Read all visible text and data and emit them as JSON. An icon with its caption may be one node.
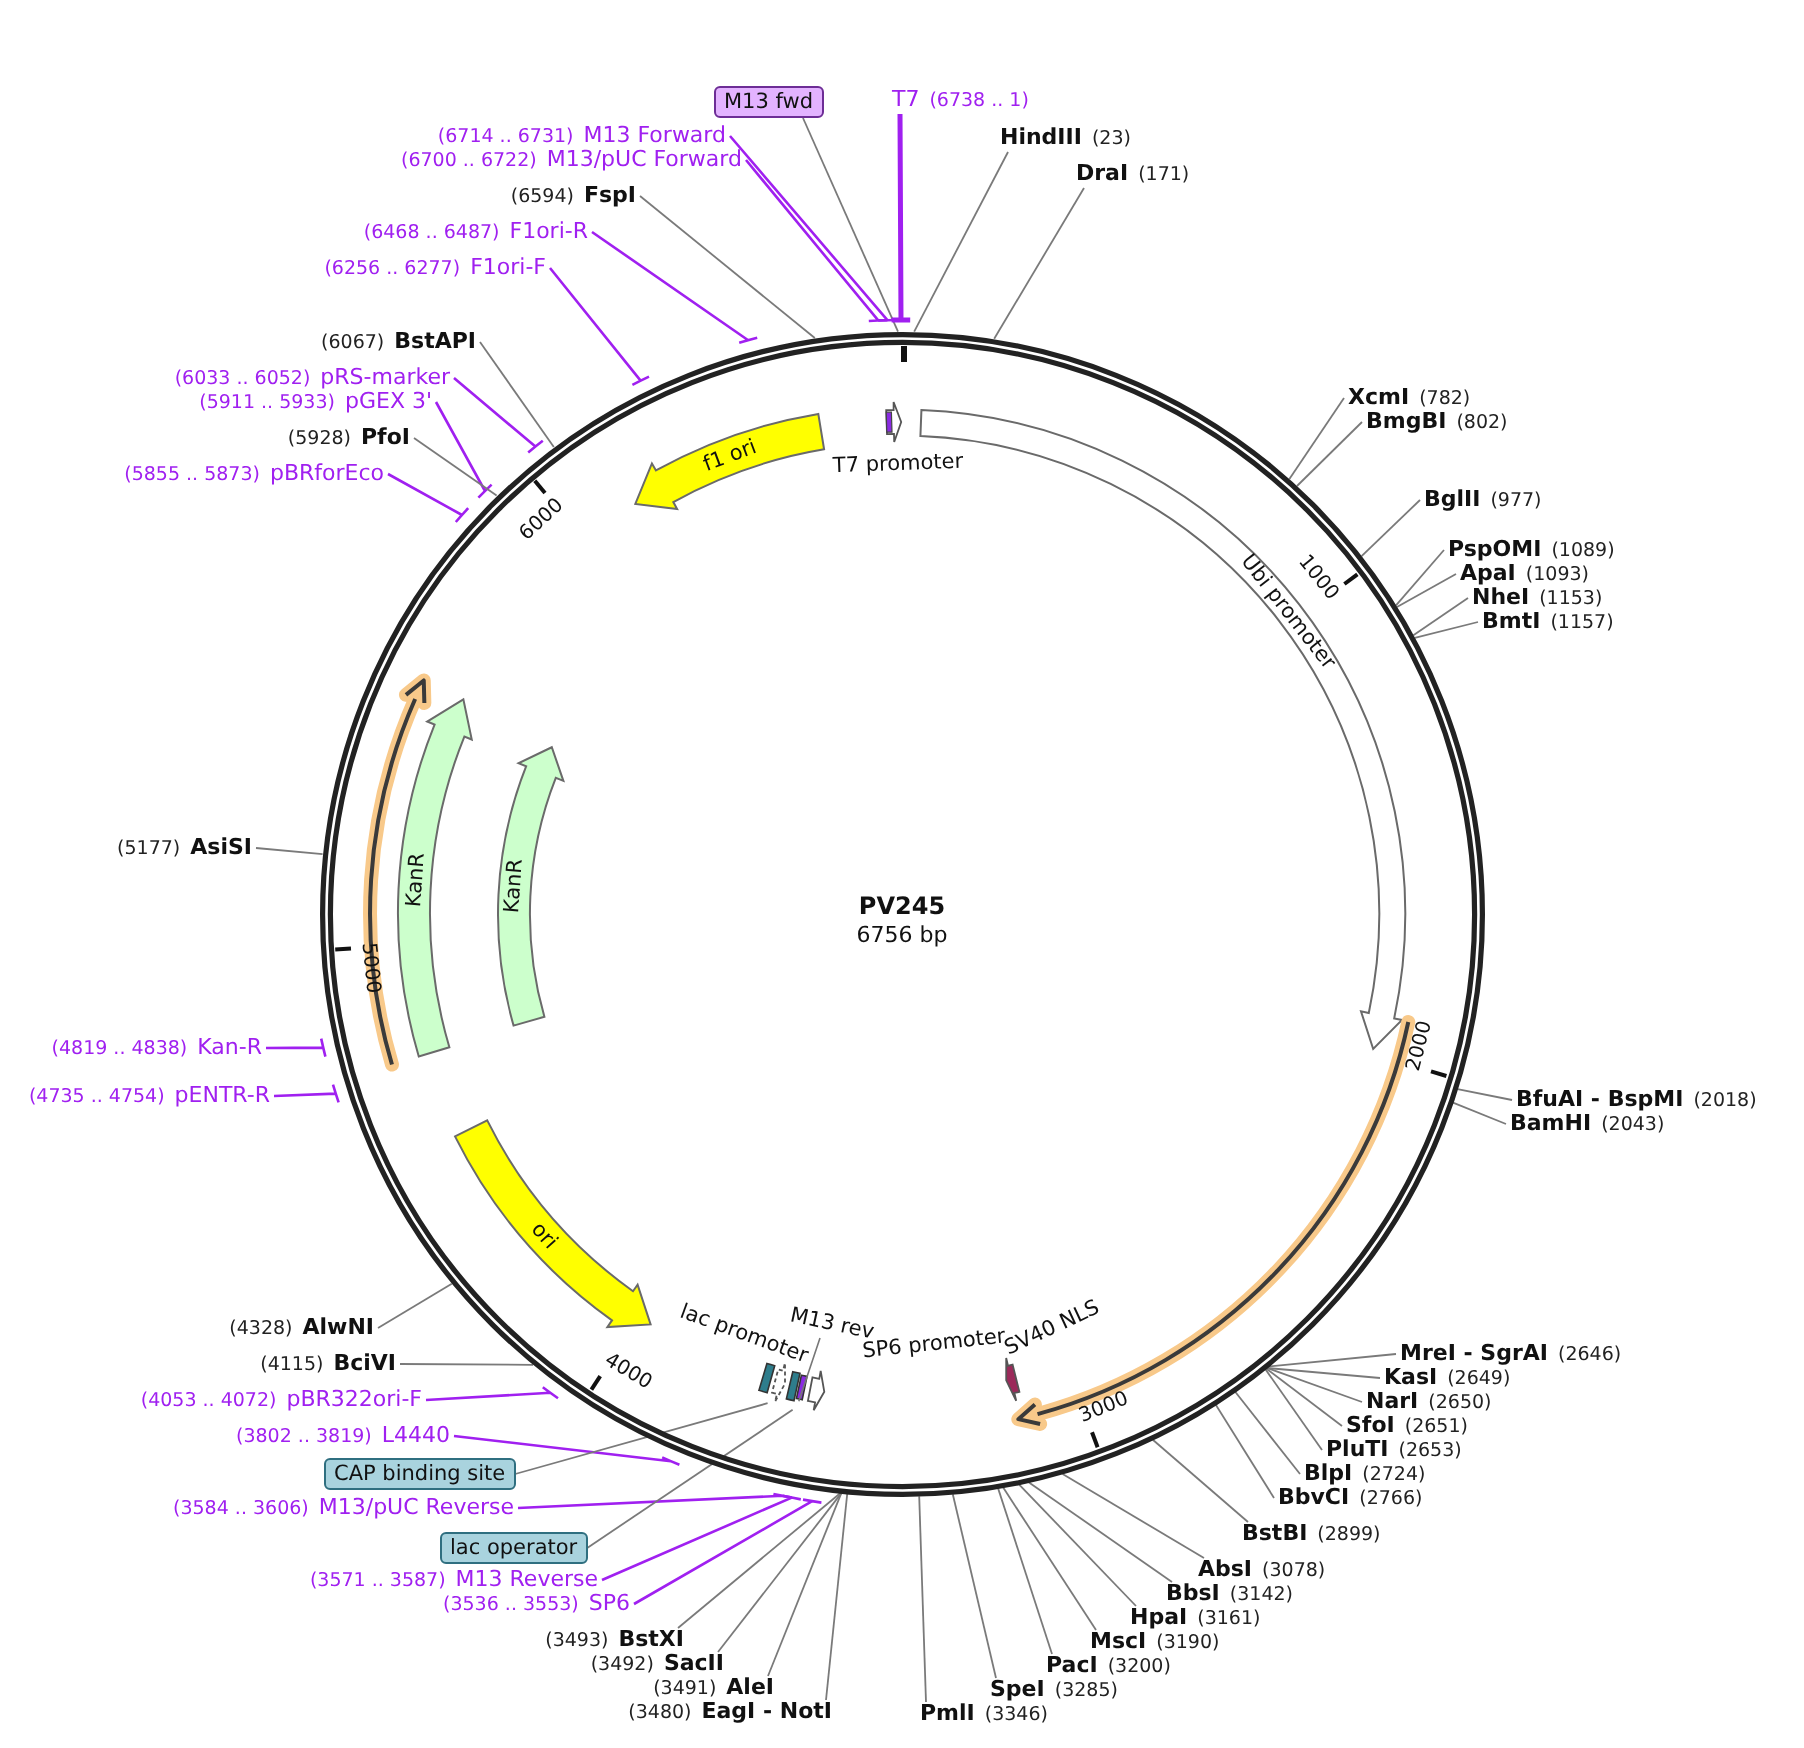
{
  "diagram": {
    "title": "PV245",
    "nodes": [
      {
        "text": [
          "M13 fwd"
        ]
      },
      {
        "text": [
          "T7",
          "(6738 .. 1)"
        ]
      },
      {
        "text": [
          "HindIII",
          "(23)"
        ]
      },
      {
        "text": [
          "DraI",
          "(171)"
        ]
      },
      {
        "text": [
          "(6714 .. 6731)",
          "M13 Forward"
        ]
      },
      {
        "text": [
          "(6700 .. 6722)",
          "M13/pUC Forward"
        ]
      },
      {
        "text": [
          "(6594)",
          "FspI"
        ]
      },
      {
        "text": [
          "(6468 .. 6487)",
          "F1ori-R"
        ]
      },
      {
        "text": [
          "(6256 .. 6277)",
          "F1ori-F"
        ]
      },
      {
        "text": [
          "(6067)",
          "BstAPI"
        ]
      },
      {
        "text": [
          "(6033 .. 6052)",
          "pRS-marker"
        ]
      },
      {
        "text": [
          "(5911 .. 5933)",
          "pGEX 3'"
        ]
      },
      {
        "text": [
          "(5928)",
          "PfoI"
        ]
      },
      {
        "text": [
          "(5855 .. 5873)",
          "pBRforEco"
        ]
      },
      {
        "text": [
          "XcmI",
          "(782)"
        ]
      },
      {
        "text": [
          "BmgBI",
          "(802)"
        ]
      },
      {
        "text": [
          "BglII",
          "(977)"
        ]
      },
      {
        "text": [
          "PspOMI",
          "(1089)"
        ]
      },
      {
        "text": [
          "ApaI",
          "(1093)"
        ]
      },
      {
        "text": [
          "NheI",
          "(1153)"
        ]
      },
      {
        "text": [
          "BmtI",
          "(1157)"
        ]
      },
      {
        "text": [
          "(5177)",
          "AsiSI"
        ]
      },
      {
        "text": [
          "BfuAI - BspMI",
          "(2018)"
        ]
      },
      {
        "text": [
          "BamHI",
          "(2043)"
        ]
      },
      {
        "text": [
          "(4819 .. 4838)",
          "Kan-R"
        ]
      },
      {
        "text": [
          "(4735 .. 4754)",
          "pENTR-R"
        ]
      },
      {
        "text": [
          "(4328)",
          "AlwNI"
        ]
      },
      {
        "text": [
          "(4115)",
          "BciVI"
        ]
      },
      {
        "text": [
          "(4053 .. 4072)",
          "pBR322ori-F"
        ]
      },
      {
        "text": [
          "(3802 .. 3819)",
          "L4440"
        ]
      },
      {
        "text": [
          "CAP binding site"
        ]
      },
      {
        "text": [
          "(3584 .. 3606)",
          "M13/pUC Reverse"
        ]
      },
      {
        "text": [
          "lac operator"
        ]
      },
      {
        "text": [
          "(3571 .. 3587)",
          "M13 Reverse"
        ]
      },
      {
        "text": [
          "(3536 .. 3553)",
          "SP6"
        ]
      },
      {
        "text": [
          "(3493)",
          "BstXI"
        ]
      },
      {
        "text": [
          "(3492)",
          "SacII"
        ]
      },
      {
        "text": [
          "(3491)",
          "AleI"
        ]
      },
      {
        "text": [
          "(3480)",
          "EagI - NotI"
        ]
      },
      {
        "text": [
          "MreI - SgrAI",
          "(2646)"
        ]
      },
      {
        "text": [
          "KasI",
          "(2649)"
        ]
      },
      {
        "text": [
          "NarI",
          "(2650)"
        ]
      },
      {
        "text": [
          "SfoI",
          "(2651)"
        ]
      },
      {
        "text": [
          "PluTI",
          "(2653)"
        ]
      },
      {
        "text": [
          "BlpI",
          "(2724)"
        ]
      },
      {
        "text": [
          "BbvCI",
          "(2766)"
        ]
      },
      {
        "text": [
          "BstBI",
          "(2899)"
        ]
      },
      {
        "text": [
          "AbsI",
          "(3078)"
        ]
      },
      {
        "text": [
          "BbsI",
          "(3142)"
        ]
      },
      {
        "text": [
          "HpaI",
          "(3161)"
        ]
      },
      {
        "text": [
          "MscI",
          "(3190)"
        ]
      },
      {
        "text": [
          "PacI",
          "(3200)"
        ]
      },
      {
        "text": [
          "SpeI",
          "(3285)"
        ]
      },
      {
        "text": [
          "PmlI",
          "(3346)"
        ]
      },
      {
        "text": [],
        "shape": "circle"
      },
      {
        "text": [
          "T7 promoter"
        ],
        "in": 54
      },
      {
        "text": [
          "f1 ori"
        ],
        "in": 54
      },
      {
        "text": [
          "Ubi promoter"
        ],
        "in": 54
      },
      {
        "text": [],
        "shape": "arrow",
        "in": 54
      },
      {
        "text": [
          "SV40 NLS"
        ],
        "in": 54
      },
      {
        "text": [
          "KanR"
        ],
        "in": 54
      },
      {
        "text": [
          "KanR"
        ],
        "in": 54
      },
      {
        "text": [],
        "shape": "arrow",
        "in": 54
      },
      {
        "text": [
          "ori"
        ],
        "in": 54
      },
      {
        "text": [
          "lac promoter"
        ],
        "in": 54
      },
      {
        "text": [],
        "shape": "box",
        "in": 54
      },
      {
        "text": [],
        "shape": "box",
        "in": 54
      },
      {
        "text": [
          "M13 rev"
        ],
        "in": 54
      },
      {
        "text": [
          "SP6 promoter"
        ],
        "in": 54
      }
    ],
    "edges": [
      {
        "from": 0,
        "to": 54,
        "arrow": "none"
      },
      {
        "from": 1,
        "to": 54,
        "arrow": "none",
        "style": "thick",
        "color": "#a020f0"
      },
      {
        "from": 2,
        "to": 54,
        "arrow": "none"
      },
      {
        "from": 3,
        "to": 54,
        "arrow": "none"
      },
      {
        "from": 4,
        "to": 54,
        "arrow": "none",
        "color": "#a020f0"
      },
      {
        "from": 5,
        "to": 54,
        "arrow": "none",
        "color": "#a020f0"
      },
      {
        "from": 6,
        "to": 54,
        "arrow": "none"
      },
      {
        "from": 7,
        "to": 54,
        "arrow": "none",
        "color": "#a020f0"
      },
      {
        "from": 8,
        "to": 54,
        "arrow": "none",
        "color": "#a020f0"
      },
      {
        "from": 9,
        "to": 54,
        "arrow": "none"
      },
      {
        "from": 10,
        "to": 54,
        "arrow": "none",
        "color": "#a020f0"
      },
      {
        "from": 11,
        "to": 54,
        "arrow": "none",
        "color": "#a020f0"
      },
      {
        "from": 12,
        "to": 54,
        "arrow": "none"
      },
      {
        "from": 13,
        "to": 54,
        "arrow": "none",
        "color": "#a020f0"
      },
      {
        "from": 14,
        "to": 54,
        "arrow": "none"
      },
      {
        "from": 15,
        "to": 54,
        "arrow": "none"
      },
      {
        "from": 16,
        "to": 54,
        "arrow": "none"
      },
      {
        "from": 17,
        "to": 54,
        "arrow": "none"
      },
      {
        "from": 18,
        "to": 54,
        "arrow": "none"
      },
      {
        "from": 19,
        "to": 54,
        "arrow": "none"
      },
      {
        "from": 20,
        "to": 54,
        "arrow": "none"
      },
      {
        "from": 21,
        "to": 54,
        "arrow": "none"
      },
      {
        "from": 22,
        "to": 54,
        "arrow": "none"
      },
      {
        "from": 23,
        "to": 54,
        "arrow": "none"
      },
      {
        "from": 24,
        "to": 54,
        "arrow": "none",
        "color": "#a020f0"
      },
      {
        "from": 25,
        "to": 54,
        "arrow": "none",
        "color": "#a020f0"
      },
      {
        "from": 26,
        "to": 54,
        "arrow": "none"
      },
      {
        "from": 27,
        "to": 54,
        "arrow": "none"
      },
      {
        "from": 28,
        "to": 54,
        "arrow": "none",
        "color": "#a020f0"
      },
      {
        "from": 29,
        "to": 54,
        "arrow": "none",
        "color": "#a020f0"
      },
      {
        "from": 30,
        "to": 65,
        "arrow": "none"
      },
      {
        "from": 31,
        "to": 54,
        "arrow": "none",
        "color": "#a020f0"
      },
      {
        "from": 32,
        "to": 66,
        "arrow": "none"
      },
      {
        "from": 33,
        "to": 54,
        "arrow": "none",
        "color": "#a020f0"
      },
      {
        "from": 34,
        "to": 54,
        "arrow": "none",
        "color": "#a020f0"
      },
      {
        "from": 35,
        "to": 54,
        "arrow": "none"
      },
      {
        "from": 36,
        "to": 54,
        "arrow": "none"
      },
      {
        "from": 37,
        "to": 54,
        "arrow": "none"
      },
      {
        "from": 38,
        "to": 54,
        "arrow": "none"
      },
      {
        "from": 39,
        "to": 54,
        "arrow": "none"
      },
      {
        "from": 40,
        "to": 54,
        "arrow": "none"
      },
      {
        "from": 41,
        "to": 54,
        "arrow": "none"
      },
      {
        "from": 42,
        "to": 54,
        "arrow": "none"
      },
      {
        "from": 43,
        "to": 54,
        "arrow": "none"
      },
      {
        "from": 44,
        "to": 54,
        "arrow": "none"
      },
      {
        "from": 45,
        "to": 54,
        "arrow": "none"
      },
      {
        "from": 46,
        "to": 54,
        "arrow": "none"
      },
      {
        "from": 47,
        "to": 54,
        "arrow": "none"
      },
      {
        "from": 48,
        "to": 54,
        "arrow": "none"
      },
      {
        "from": 49,
        "to": 54,
        "arrow": "none"
      },
      {
        "from": 50,
        "to": 54,
        "arrow": "none"
      },
      {
        "from": 51,
        "to": 54,
        "arrow": "none"
      },
      {
        "from": 52,
        "to": 54,
        "arrow": "none"
      },
      {
        "from": 53,
        "to": 54,
        "arrow": "none"
      }
    ],
    "labels": [
      "6756 bp",
      "1000",
      "2000",
      "3000",
      "4000",
      "5000",
      "6000"
    ]
  }
}
